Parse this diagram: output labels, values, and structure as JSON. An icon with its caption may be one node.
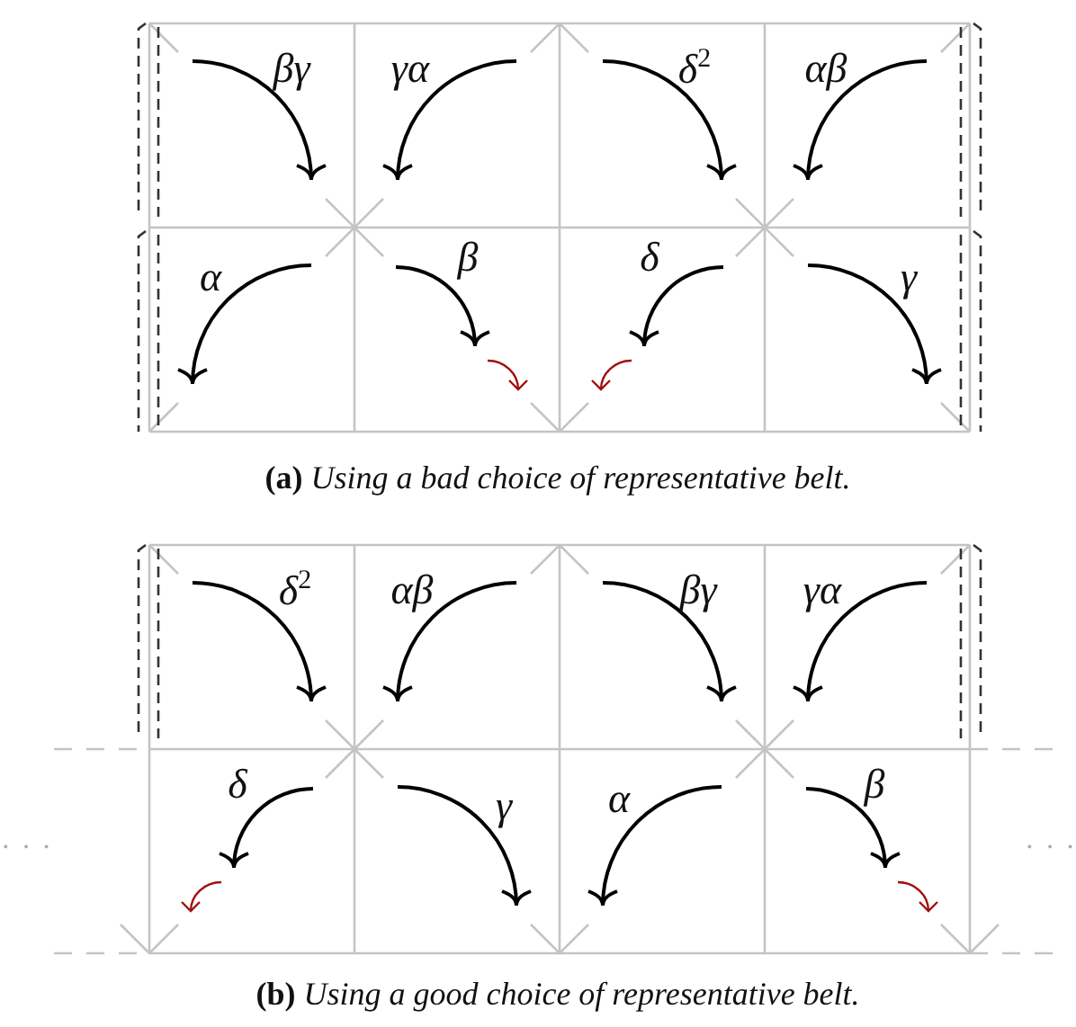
{
  "diagram": {
    "labels": [
      "βγ",
      "γα",
      "δ$^{2}$",
      "αβ",
      "α",
      "β",
      "δ",
      "γ",
      "**(a)** *Using a bad choice of representative belt.*",
      "δ$^{2}$",
      "αβ",
      "βγ",
      "γα",
      "· · ·",
      "δ",
      "γ",
      "α",
      "β",
      "· · ·",
      "**(b)** *Using a good choice of representative belt.*"
    ]
  }
}
